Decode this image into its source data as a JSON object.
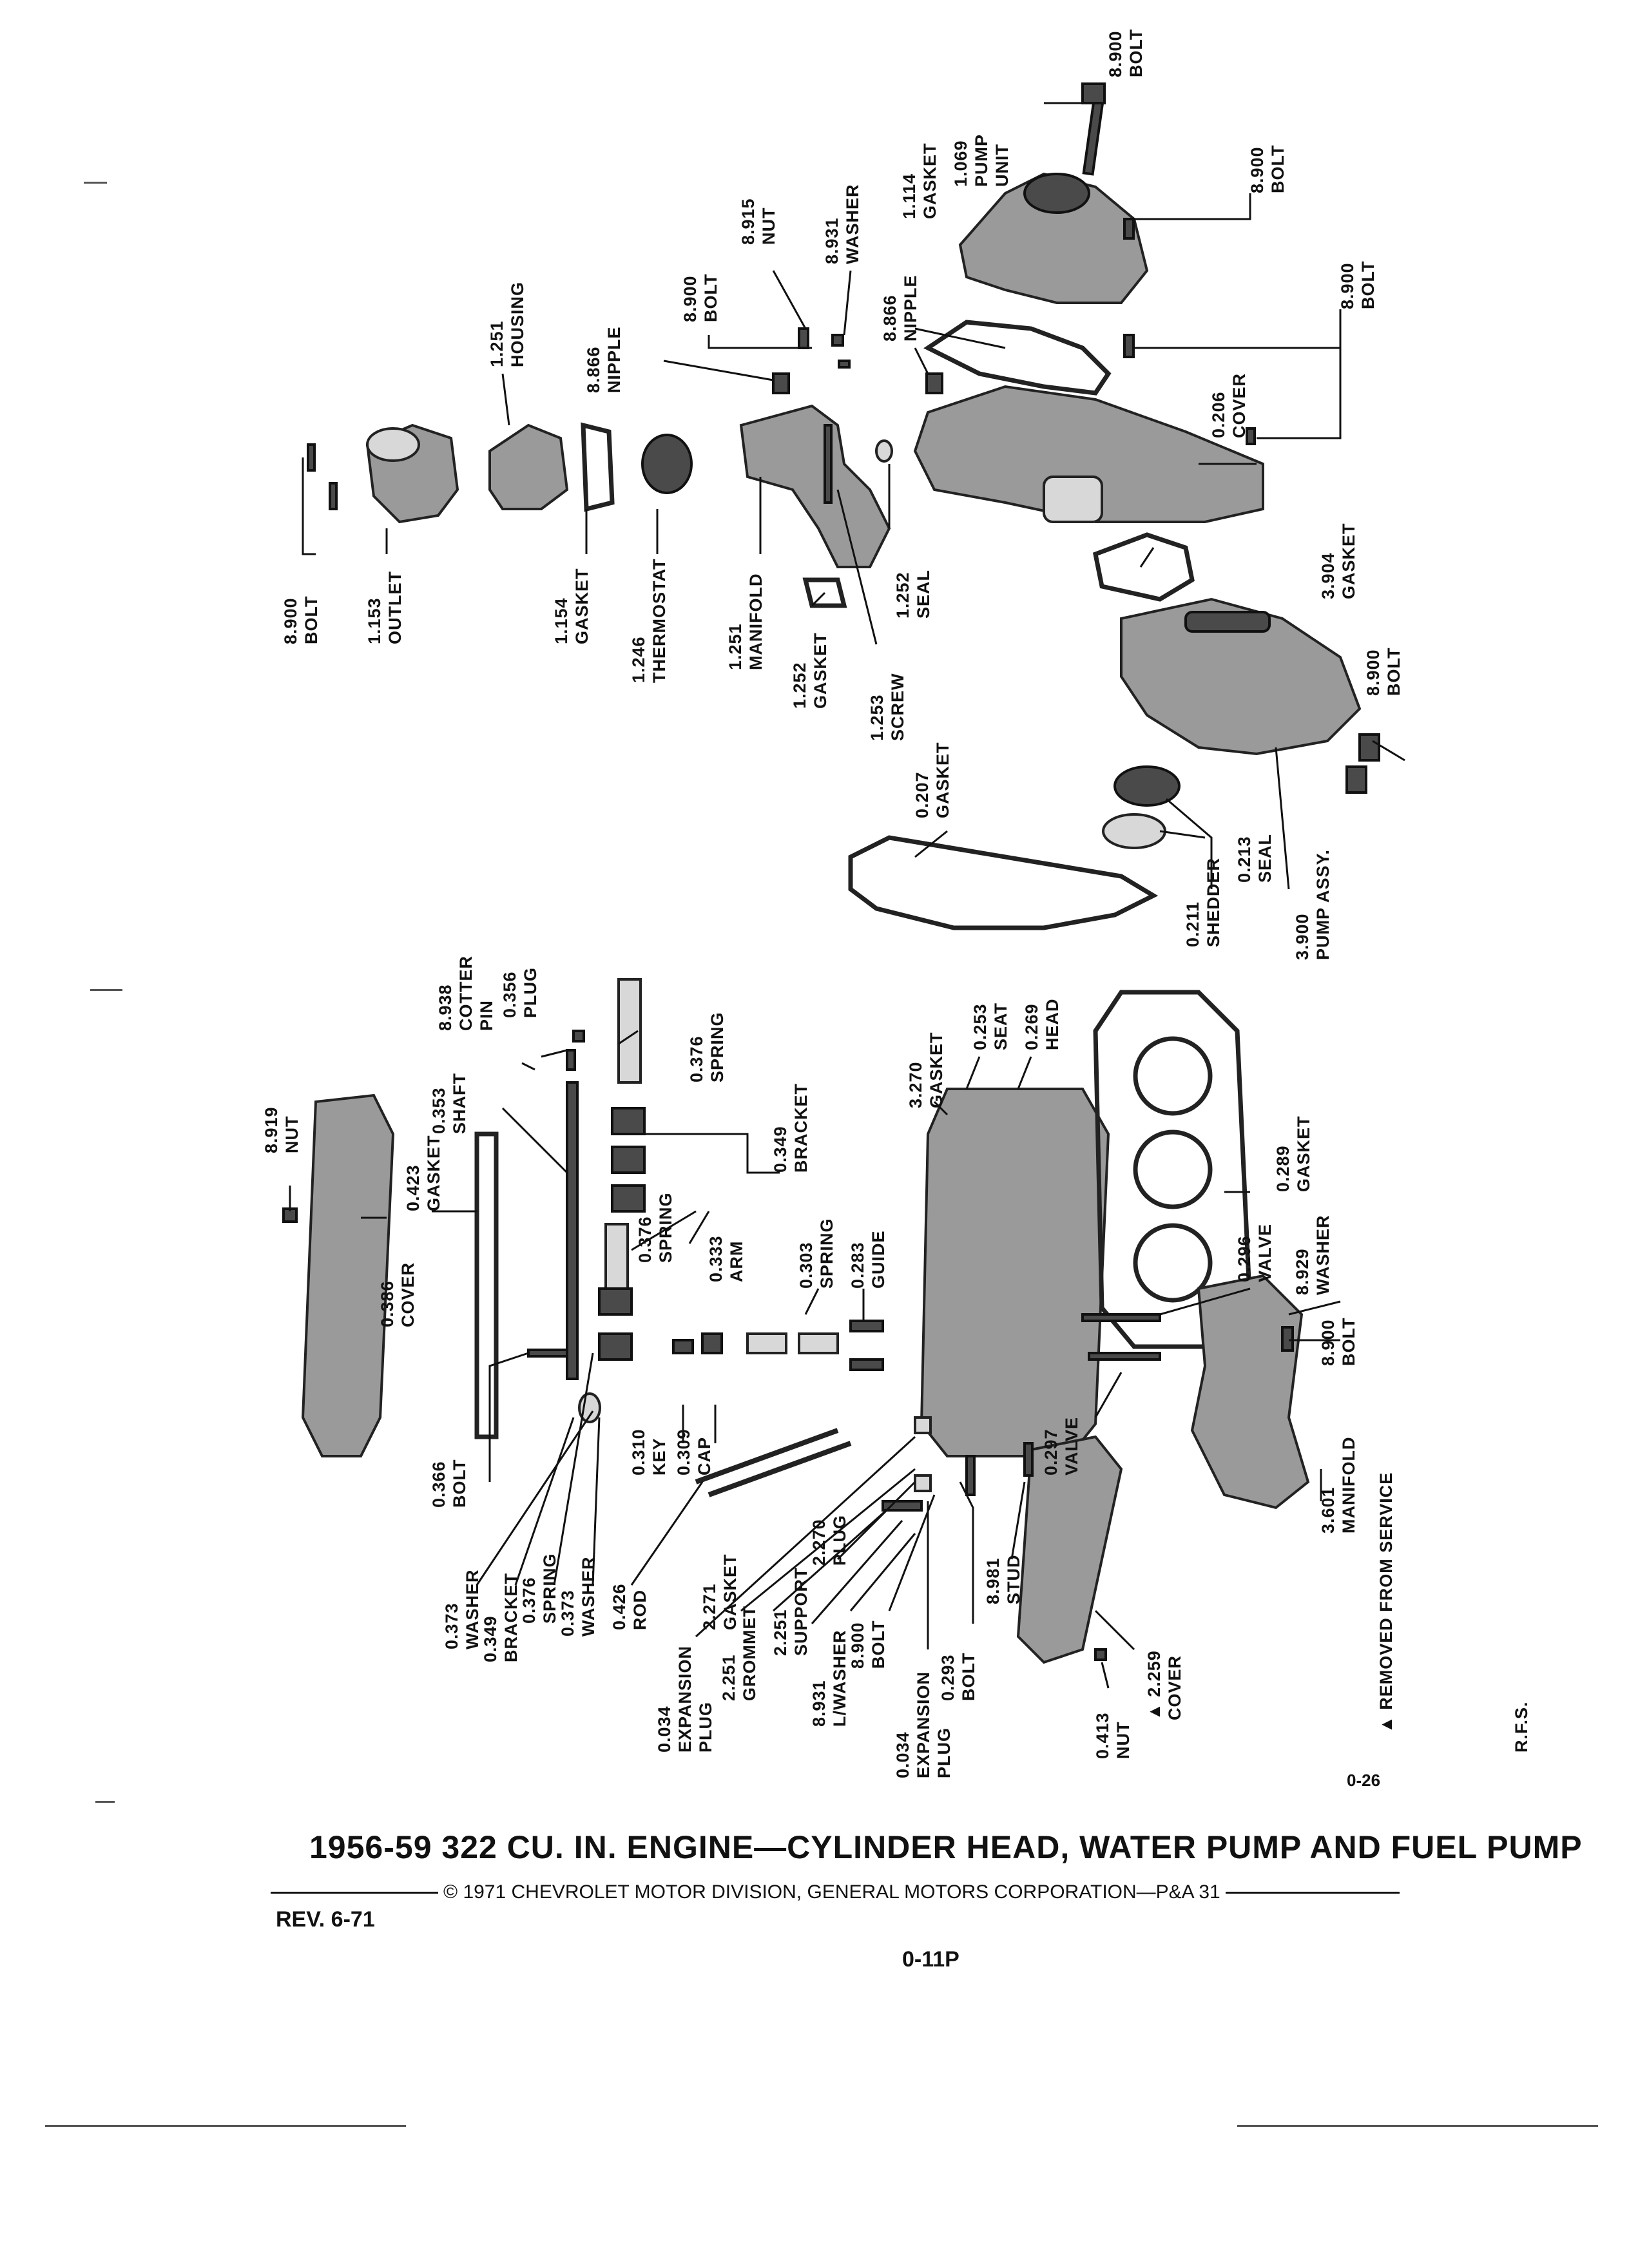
{
  "diagram": {
    "labels": {
      "bolt_top": [
        "8.900",
        "BOLT"
      ],
      "bolt_right_top": [
        "8.900",
        "BOLT"
      ],
      "bolt_right_mid": [
        "8.900",
        "BOLT"
      ],
      "pump_unit": [
        "1.069",
        "PUMP",
        "UNIT"
      ],
      "gasket_1114": [
        "1.114",
        "GASKET"
      ],
      "washer_8931": [
        "8.931",
        "WASHER"
      ],
      "nut_8915": [
        "8.915",
        "NUT"
      ],
      "bolt_8900_a": [
        "8.900",
        "BOLT"
      ],
      "housing": [
        "1.251",
        "HOUSING"
      ],
      "nipple_a": [
        "8.866",
        "NIPPLE"
      ],
      "nipple_b": [
        "8.866",
        "NIPPLE"
      ],
      "cover_0206": [
        "0.206",
        "COVER"
      ],
      "bolt_outlet": [
        "8.900",
        "BOLT"
      ],
      "outlet": [
        "1.153",
        "OUTLET"
      ],
      "gasket_1154": [
        "1.154",
        "GASKET"
      ],
      "thermostat": [
        "1.246",
        "THERMOSTAT"
      ],
      "manifold_1251": [
        "1.251",
        "MANIFOLD"
      ],
      "gasket_1252": [
        "1.252",
        "GASKET"
      ],
      "seal_1252": [
        "1.252",
        "SEAL"
      ],
      "screw_1253": [
        "1.253",
        "SCREW"
      ],
      "gasket_0207": [
        "0.207",
        "GASKET"
      ],
      "gasket_3904": [
        "3.904",
        "GASKET"
      ],
      "bolt_fuel": [
        "8.900",
        "BOLT"
      ],
      "shedder": [
        "0.211",
        "SHEDDER"
      ],
      "seal_0213": [
        "0.213",
        "SEAL"
      ],
      "pump_assy": [
        "3.900",
        "PUMP ASSY."
      ],
      "nut_8919": [
        "8.919",
        "NUT"
      ],
      "cotter_pin": [
        "8.938",
        "COTTER",
        "PIN"
      ],
      "plug_0356": [
        "0.356",
        "PLUG"
      ],
      "spring_0376_a": [
        "0.376",
        "SPRING"
      ],
      "shaft": [
        "0.353",
        "SHAFT"
      ],
      "gasket_0423": [
        "0.423",
        "GASKET"
      ],
      "cover_0386": [
        "0.386",
        "COVER"
      ],
      "bracket_0349_a": [
        "0.349",
        "BRACKET"
      ],
      "spring_0376_b": [
        "0.376",
        "SPRING"
      ],
      "arm": [
        "0.333",
        "ARM"
      ],
      "gasket_3270": [
        "3.270",
        "GASKET"
      ],
      "seat": [
        "0.253",
        "SEAT"
      ],
      "head": [
        "0.269",
        "HEAD"
      ],
      "gasket_0289": [
        "0.289",
        "GASKET"
      ],
      "spring_0303": [
        "0.303",
        "SPRING"
      ],
      "guide": [
        "0.283",
        "GUIDE"
      ],
      "valve_0296": [
        "0.296",
        "VALVE"
      ],
      "washer_8929": [
        "8.929",
        "WASHER"
      ],
      "bolt_8900_b": [
        "8.900",
        "BOLT"
      ],
      "bolt_0366": [
        "0.366",
        "BOLT"
      ],
      "key": [
        "0.310",
        "KEY"
      ],
      "cap": [
        "0.309",
        "CAP"
      ],
      "valve_0297": [
        "0.297",
        "VALVE"
      ],
      "manifold_3601": [
        "3.601",
        "MANIFOLD"
      ],
      "removed_note": "▲ REMOVED FROM SERVICE",
      "washer_0373_a": [
        "0.373",
        "WASHER"
      ],
      "bracket_0349_b": [
        "0.349",
        "BRACKET"
      ],
      "spring_0376_c": [
        "0.376",
        "SPRING"
      ],
      "washer_0373_b": [
        "0.373",
        "WASHER"
      ],
      "rod": [
        "0.426",
        "ROD"
      ],
      "expansion_plug_a": [
        "0.034",
        "EXPANSION",
        "PLUG"
      ],
      "gasket_2271": [
        "2.271",
        "GASKET"
      ],
      "plug_2270": [
        "2.270",
        "PLUG"
      ],
      "grommet": [
        "2.251",
        "GROMMET"
      ],
      "support": [
        "2.251",
        "SUPPORT"
      ],
      "lwasher": [
        "8.931",
        "L/WASHER"
      ],
      "bolt_8900_c": [
        "8.900",
        "BOLT"
      ],
      "expansion_plug_b": [
        "0.034",
        "EXPANSION",
        "PLUG"
      ],
      "bolt_0293": [
        "0.293",
        "BOLT"
      ],
      "stud": [
        "8.981",
        "STUD"
      ],
      "nut_0413": [
        "0.413",
        "NUT"
      ],
      "cover_2259": [
        "▲ 2.259",
        "COVER"
      ],
      "rfs": "R.F.S.",
      "figure_no": "0-26"
    }
  },
  "footer": {
    "title": "1956-59  322 CU. IN. ENGINE—CYLINDER HEAD, WATER PUMP AND FUEL PUMP",
    "copyright": "© 1971 CHEVROLET MOTOR DIVISION, GENERAL MOTORS CORPORATION—P&A 31",
    "revision": "REV. 6-71",
    "page_number": "0-11P"
  }
}
